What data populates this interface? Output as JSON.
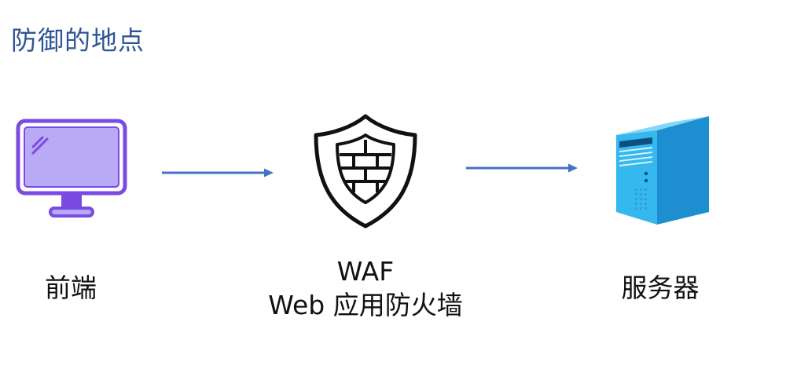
{
  "title": "防御的地点",
  "nodes": {
    "client": {
      "label": "前端",
      "icon": "monitor-icon"
    },
    "waf": {
      "label_line1": "WAF",
      "label_line2": "Web 应用防火墙",
      "icon": "shield-firewall-icon"
    },
    "server": {
      "label": "服务器",
      "icon": "server-tower-icon"
    }
  },
  "colors": {
    "title": "#2f5597",
    "arrow": "#4472c4",
    "monitor_stroke": "#7b4ae3",
    "monitor_fill": "#b9aaf5",
    "server_front": "#34b8ee",
    "server_side": "#1d8fd0",
    "server_top": "#7fd8f8"
  }
}
